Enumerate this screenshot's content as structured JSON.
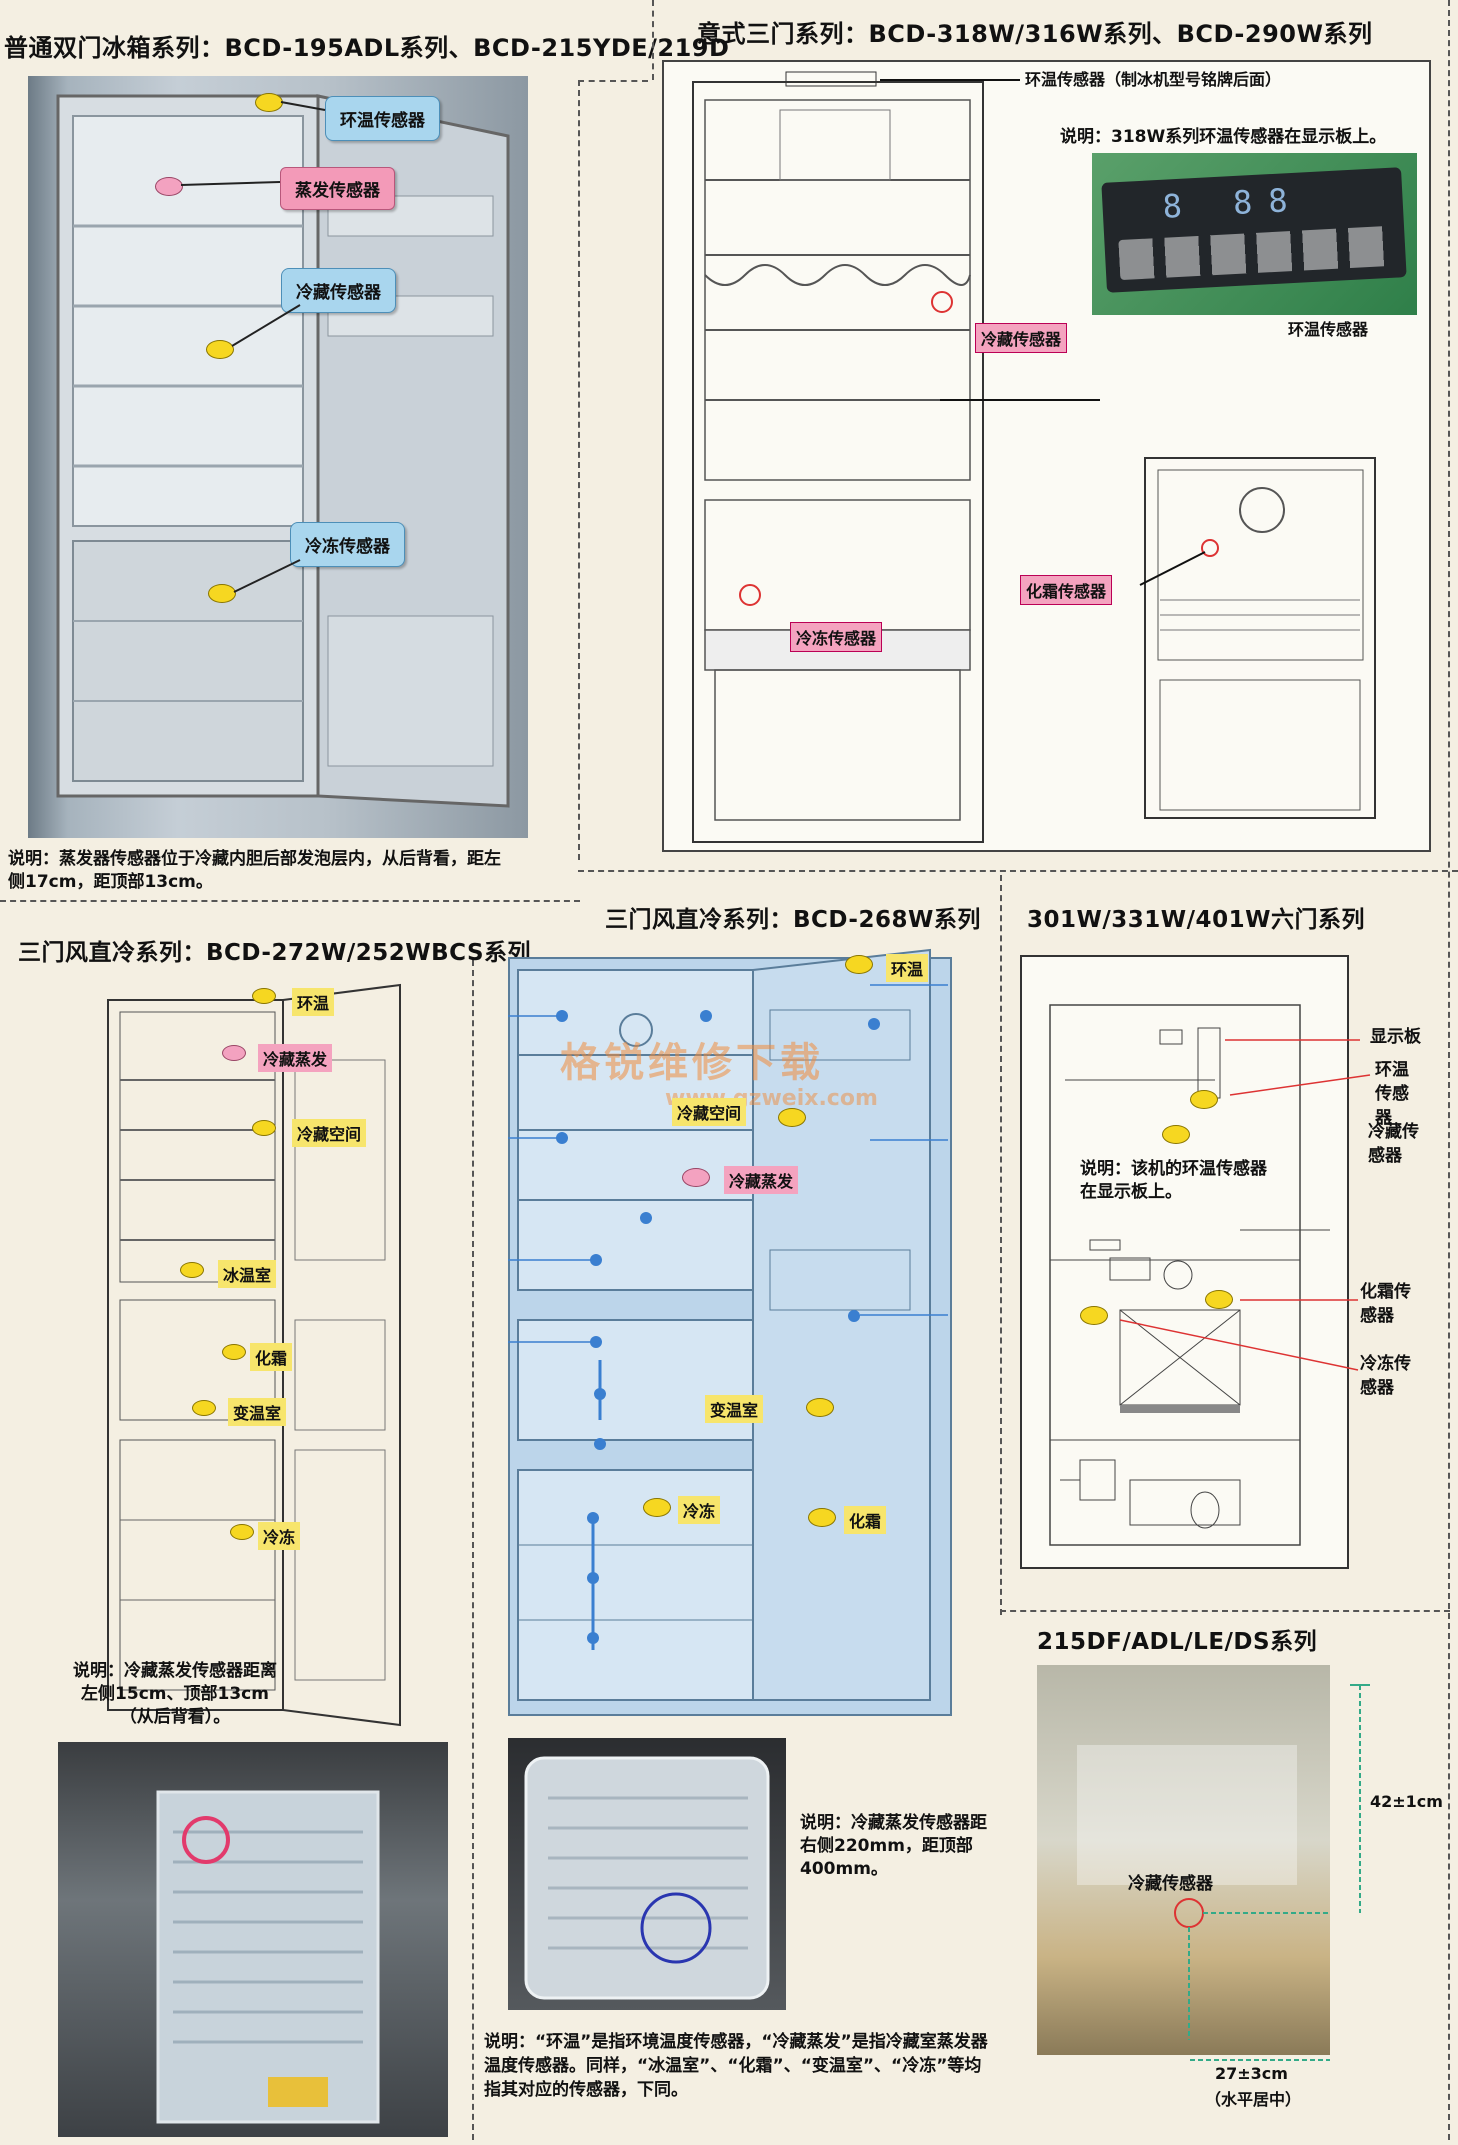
{
  "p1": {
    "title": "普通双门冰箱系列：BCD-195ADL系列、BCD-215YDE/219D",
    "labels": {
      "ambient": "环温传感器",
      "evap": "蒸发传感器",
      "fridge": "冷藏传感器",
      "freezer": "冷冻传感器"
    },
    "note": "说明：蒸发器传感器位于冷藏内胆后部发泡层内，从后背看，距左侧17cm，距顶部13cm。"
  },
  "p2": {
    "title": "意式三门系列：BCD-318W/316W系列、BCD-290W系列",
    "ambient_label": "环温传感器（制冰机型号铭牌后面）",
    "display_note": "说明：318W系列环温传感器在显示板上。",
    "display_ambient": "环温传感器",
    "fridge": "冷藏传感器",
    "freezer": "冷冻传感器",
    "defrost": "化霜传感器",
    "display_digits": "8 88"
  },
  "p3": {
    "title": "三门风直冷系列：BCD-272W/252WBCS系列",
    "labels": {
      "ambient": "环温",
      "fridge_evap": "冷藏蒸发",
      "fridge_space": "冷藏空间",
      "chill": "冰温室",
      "defrost": "化霜",
      "variable": "变温室",
      "freezer": "冷冻"
    },
    "note": "说明：冷藏蒸发传感器距离左侧15cm、顶部13cm（从后背看）。"
  },
  "p4": {
    "title": "三门风直冷系列：BCD-268W系列",
    "labels": {
      "ambient": "环温",
      "fridge_space": "冷藏空间",
      "fridge_evap": "冷藏蒸发",
      "variable": "变温室",
      "freezer": "冷冻",
      "defrost": "化霜"
    },
    "watermark": "格锐维修下载",
    "watermark2": "www.gzweix.com",
    "note": "说明：冷藏蒸发传感器距右侧220mm，距顶部400mm。",
    "bottom_note": "说明：“环温”是指环境温度传感器，“冷藏蒸发”是指冷藏室蒸发器温度传感器。同样，“冰温室”、“化霜”、“变温室”、“冷冻”等均指其对应的传感器，下同。"
  },
  "p5": {
    "title": "301W/331W/401W六门系列",
    "labels": {
      "display": "显示板",
      "ambient": "环温传感器",
      "fridge": "冷藏传感器",
      "defrost": "化霜传感器",
      "freezer": "冷冻传感器"
    },
    "note": "说明：该机的环温传感器在显示板上。"
  },
  "p6": {
    "title": "215DF/ADL/LE/DS系列",
    "fridge": "冷藏传感器",
    "dim_v": "42±1cm",
    "dim_h": "27±3cm",
    "dim_h_note": "（水平居中）"
  }
}
